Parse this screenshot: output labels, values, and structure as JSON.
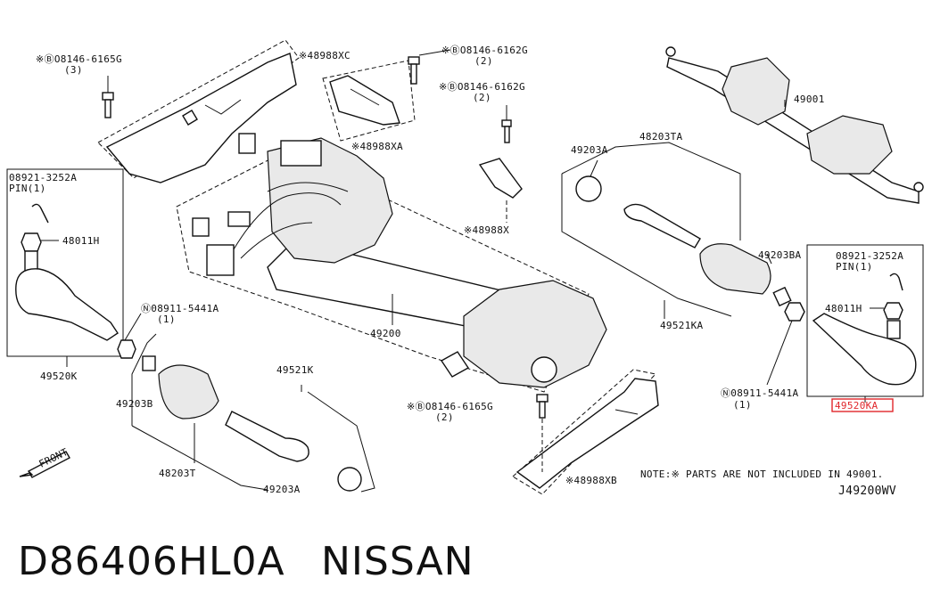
{
  "labels": {
    "l_08146_6165G_top": "※ⒷO8146-6165G",
    "l_qty3": "(3)",
    "l_48988XC": "※48988XC",
    "l_08146_6162G_a": "※ⒷO8146-6162G",
    "l_qty2_a": "(2)",
    "l_08146_6162G_b": "※ⒷO8146-6162G",
    "l_qty2_b": "(2)",
    "l_48988XA": "※48988XA",
    "l_48988X": "※48988X",
    "l_49203A_top": "49203A",
    "l_48203TA": "48203TA",
    "l_49001": "49001",
    "l_49203BA": "49203BA",
    "l_49521KA": "49521KA",
    "l_08921_left": "08921-3252A",
    "l_pin_left": "PIN(1)",
    "l_48011H_left": "48011H",
    "l_49520K": "49520K",
    "l_08911_left": "Ⓝ08911-5441A",
    "l_qty1_left": "(1)",
    "l_49203B": "49203B",
    "l_49521K": "49521K",
    "l_48203T": "48203T",
    "l_49203A_bottom": "49203A",
    "l_49200": "49200",
    "l_08146_6165G_bottom": "※ⒷO8146-6165G",
    "l_qty2_c": "(2)",
    "l_48988XB": "※48988XB",
    "l_08921_right": "08921-3252A",
    "l_pin_right": "PIN(1)",
    "l_48011H_right": "48011H",
    "l_08911_right": "Ⓝ08911-5441A",
    "l_qty1_right": "(1)",
    "l_49520KA": "49520KA",
    "l_front": "FRONT",
    "l_note": "NOTE:※ PARTS ARE NOT INCLUDED IN 49001.",
    "l_code": "J49200WV"
  },
  "caption": {
    "part_number": "D86406HL0A",
    "brand": "NISSAN"
  },
  "colors": {
    "line": "#111111",
    "highlight": "#e0262b",
    "background": "#ffffff"
  }
}
